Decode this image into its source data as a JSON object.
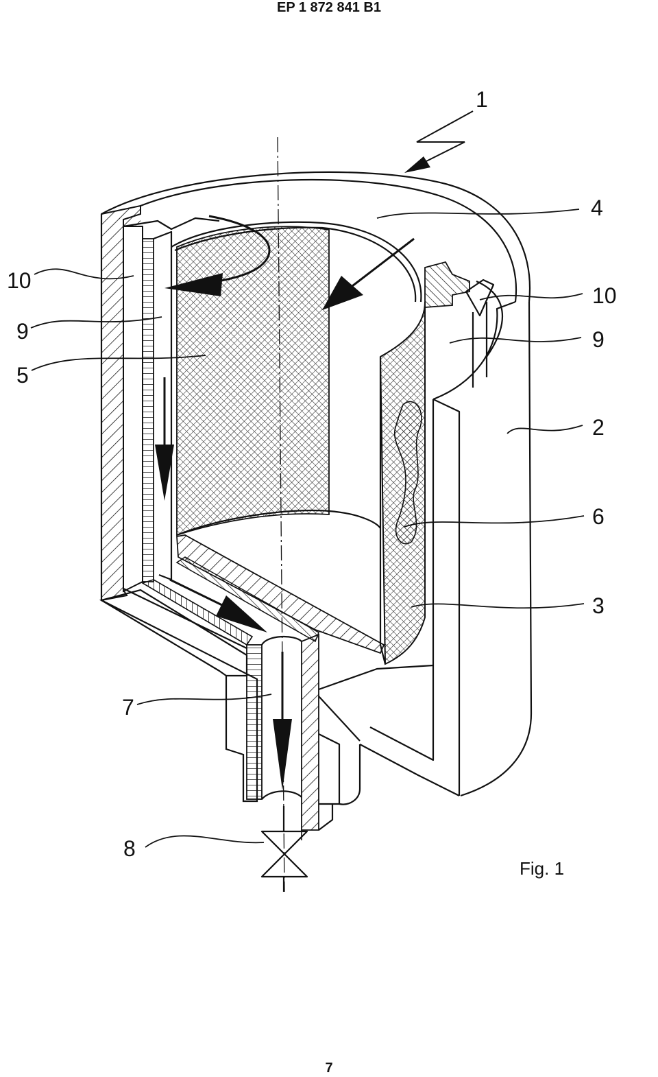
{
  "header": {
    "patent_number": "EP 1 872 841 B1"
  },
  "figure": {
    "caption": "Fig. 1"
  },
  "labels": {
    "l1": "1",
    "l4": "4",
    "l10_left": "10",
    "l10_right": "10",
    "l9_left": "9",
    "l9_right": "9",
    "l5": "5",
    "l2": "2",
    "l6": "6",
    "l3": "3",
    "l7": "7",
    "l8": "8"
  },
  "footer": {
    "page_number": "7"
  }
}
